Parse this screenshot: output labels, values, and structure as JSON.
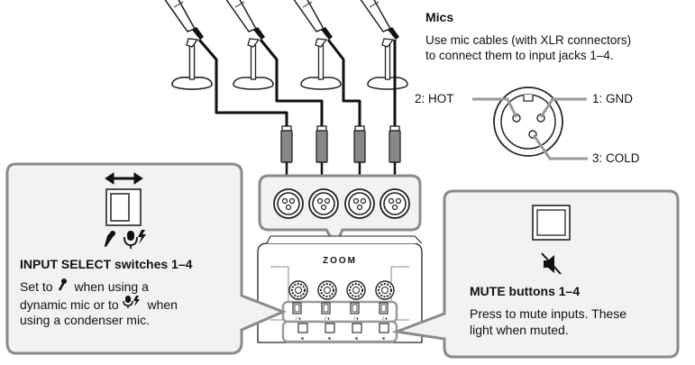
{
  "mics_section": {
    "title": "Mics",
    "line1": "Use mic cables (with XLR connectors)",
    "line2": "to connect them to input jacks 1–4."
  },
  "xlr_pins": {
    "hot": "2: HOT",
    "gnd": "1: GND",
    "cold": "3: COLD"
  },
  "device": {
    "brand": "ZOOM"
  },
  "input_select_panel": {
    "title": "INPUT SELECT switches 1–4",
    "line1_pre": "Set to",
    "line1_post": "when using a",
    "line2_pre": "dynamic mic or to",
    "line2_post": "when",
    "line3": "using a condenser mic."
  },
  "mute_panel": {
    "title": "MUTE buttons 1–4",
    "line1": "Press to mute inputs. These",
    "line2": "light when muted."
  },
  "colors": {
    "panel_fill": "#f2f2f2",
    "panel_border": "#8a8a8a",
    "cable": "#111111",
    "accent_gray": "#9a9a9a"
  },
  "icons": [
    "mic-icon",
    "xlr-connector-icon",
    "double-arrow-icon",
    "dynamic-mic-icon",
    "condenser-mic-icon",
    "mute-speaker-icon",
    "switch-icon",
    "mute-button-icon"
  ]
}
